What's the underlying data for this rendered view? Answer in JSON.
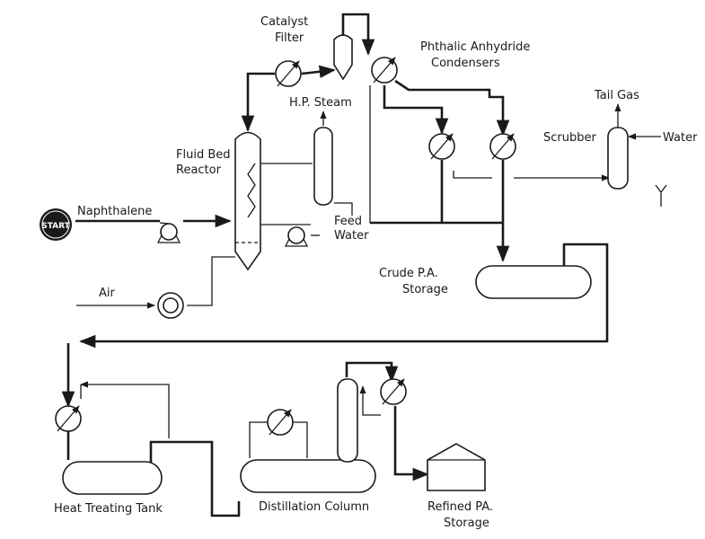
{
  "labels": {
    "catalyst_filter_1": "Catalyst",
    "catalyst_filter_2": "Filter",
    "pa_condensers_1": "Phthalic Anhydride",
    "pa_condensers_2": "Condensers",
    "hp_steam": "H.P. Steam",
    "tail_gas": "Tail Gas",
    "scrubber": "Scrubber",
    "water": "Water",
    "fluid_bed_1": "Fluid Bed",
    "fluid_bed_2": "Reactor",
    "naphthalene": "Naphthalene",
    "start": "START",
    "feed_water_1": "Feed",
    "feed_water_2": "Water",
    "air": "Air",
    "crude_pa_1": "Crude P.A.",
    "crude_pa_2": "Storage",
    "heat_treating_tank": "Heat Treating Tank",
    "distillation_column": "Distillation  Column",
    "refined_pa_1": "Refined PA.",
    "refined_pa_2": "Storage"
  }
}
